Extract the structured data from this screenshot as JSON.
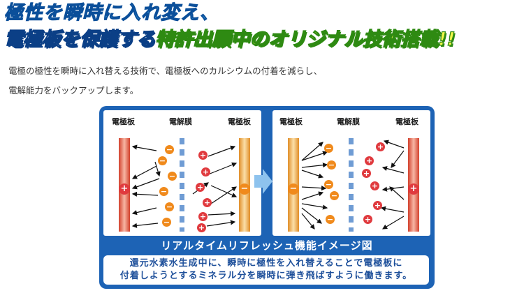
{
  "heading": {
    "line1": "極性を瞬時に入れ変え、",
    "line2_part1": "電極板を保護する",
    "line2_part2": "特許出願中のオリジナル技術搭載!!"
  },
  "description": {
    "line1": "電極の極性を瞬時に入れ替える技術で、電極板へのカルシウムの付着を減らし、",
    "line2": "電解能力をバックアップします。"
  },
  "diagram": {
    "left": {
      "label_left": "電極板",
      "label_center": "電解膜",
      "label_right": "電極板",
      "left_electrode_sign": "+",
      "right_electrode_sign": "−"
    },
    "right": {
      "label_left": "電極板",
      "label_center": "電解膜",
      "label_right": "電極板",
      "left_electrode_sign": "−",
      "right_electrode_sign": "+"
    },
    "caption": "リアルタイムリフレッシュ機能イメージ図",
    "ion_plus": "+",
    "ion_minus": "−",
    "colors": {
      "panel": "#1d63b5",
      "plus_ion": "#e03a3e",
      "minus_ion": "#f08a1c",
      "text_blue": "#1d4f9a"
    }
  },
  "explanation": {
    "line1": "還元水素水生成中に、瞬時に極性を入れ替えることで電極板に",
    "line2": "付着しようとするミネラル分を瞬時に弾き飛ばすように働きます。"
  }
}
